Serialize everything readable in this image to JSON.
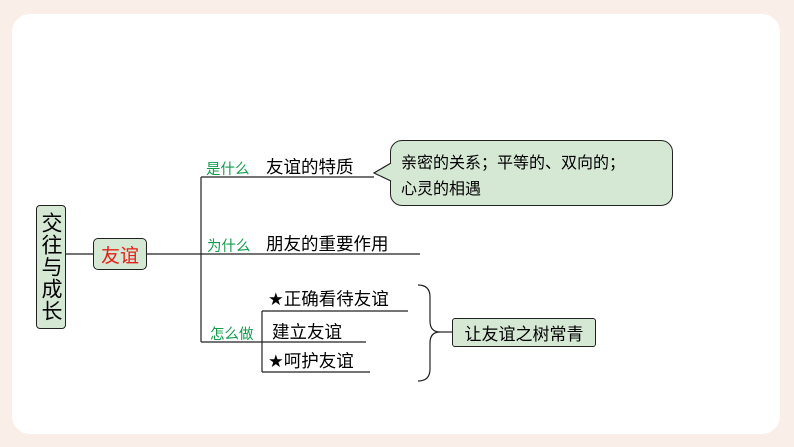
{
  "root": {
    "label": "交往与成长"
  },
  "topic": {
    "label": "友谊"
  },
  "branches": [
    {
      "question": "是什么",
      "item": "友谊的特质"
    },
    {
      "question": "为什么",
      "item": "朋友的重要作用"
    },
    {
      "question": "怎么做",
      "items": [
        "★正确看待友谊",
        "建立友谊",
        "★呵护友谊"
      ]
    }
  ],
  "callout": {
    "line1": "亲密的关系；平等的、双向的；",
    "line2": "心灵的相遇"
  },
  "result": {
    "label": "让友谊之树常青"
  },
  "colors": {
    "node_fill": "#d5e8d4",
    "question": "#119b4b",
    "topic_text": "#e1201a",
    "background": "#f9efe8"
  }
}
